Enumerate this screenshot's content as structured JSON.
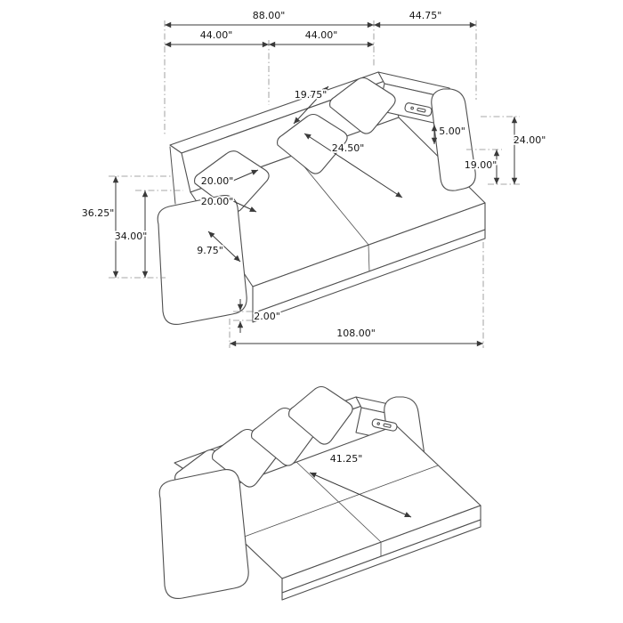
{
  "diagram": {
    "background": "#ffffff",
    "ink_color": "#4f4f4f",
    "dimension_color": "#3a3a3a"
  },
  "top_view": {
    "dims": {
      "overall_width": "88.00\"",
      "overall_depth": "44.75\"",
      "left_seat_width": "44.00\"",
      "right_seat_width": "44.00\"",
      "back_pillow_height": "19.75\"",
      "console_height": "5.00\"",
      "right_arm_height": "24.00\"",
      "back_to_seat_height": "19.00\"",
      "seat_depth": "24.50\"",
      "pillow_width": "20.00\"",
      "pillow_height": "20.00\"",
      "overall_height": "36.25\"",
      "back_height": "34.00\"",
      "arm_width": "9.75\"",
      "base_height": "2.00\"",
      "overall_length": "108.00\""
    }
  },
  "bottom_view": {
    "dims": {
      "open_seat_depth": "41.25\""
    }
  }
}
